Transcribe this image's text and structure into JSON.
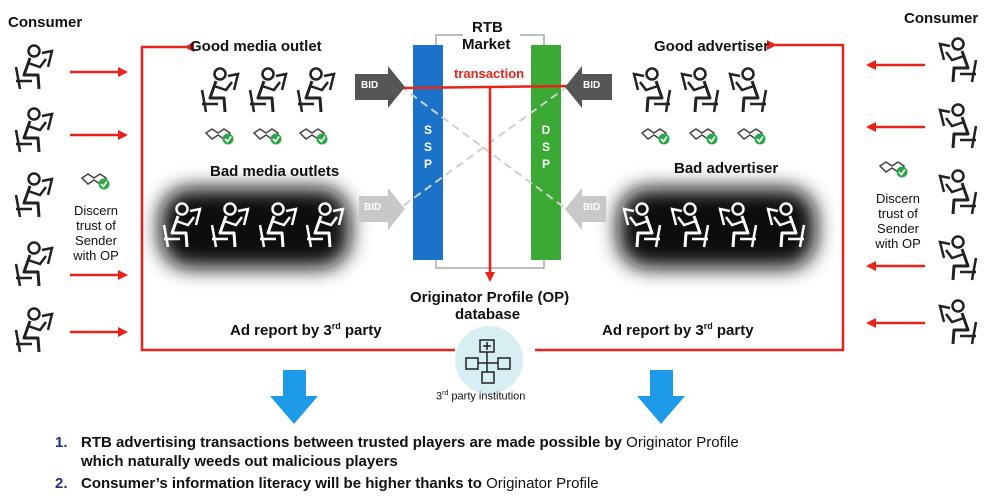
{
  "labels": {
    "consumer_left": "Consumer",
    "consumer_right": "Consumer",
    "good_media": "Good media outlet",
    "bad_media": "Bad media outlets",
    "good_adv": "Good advertiser",
    "bad_adv": "Bad advertiser",
    "rtb": "RTB",
    "market": "Market",
    "transaction": "transaction",
    "bid": "BID",
    "ssp": "SSP",
    "dsp": "DSP",
    "op_db_line1": "Originator Profile (OP)",
    "op_db_line2": "database",
    "ad_report_prefix": "Ad report by 3",
    "ad_report_sup": "rd",
    "ad_report_suffix": " party",
    "institution_sup": "rd",
    "institution_prefix": "3",
    "institution_suffix": " party institution",
    "discern_line1": "Discern",
    "discern_line2": "trust of",
    "discern_line3": "Sender",
    "discern_line4": "with OP"
  },
  "conclusions": [
    {
      "num": "1.",
      "text": "RTB advertising transactions between trusted players are made possible by ",
      "tail": "Originator Profile",
      "line2": "which naturally weeds out malicious players"
    },
    {
      "num": "2.",
      "text": "Consumer’s information literacy will be higher thanks to ",
      "tail": "Originator Profile"
    }
  ],
  "colors": {
    "arrow_red": "#e8231a",
    "ssp_blue": "#1a73c8",
    "dsp_green": "#3aaa35",
    "down_arrow": "#1e9be8",
    "check_green": "#27a845",
    "bid_dark": "#555555",
    "bid_light": "#c8c8c8"
  }
}
